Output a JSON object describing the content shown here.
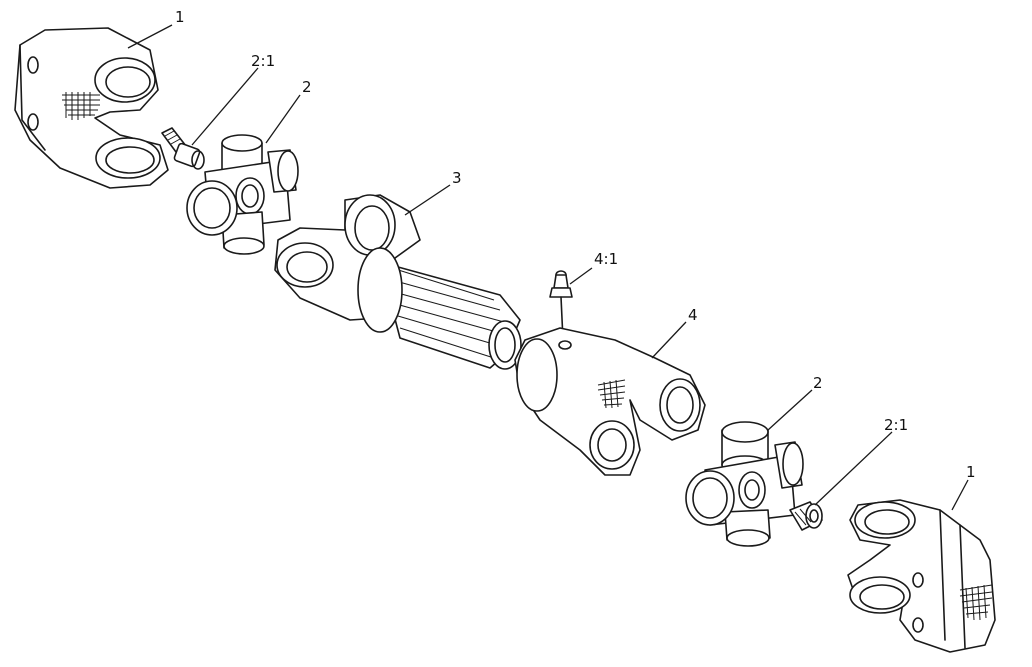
{
  "callouts": {
    "yoke_left": "1",
    "fitting_left": "2:1",
    "cross_left": "2",
    "shaft_yoke": "3",
    "fitting_center": "4:1",
    "tube_yoke": "4",
    "cross_right": "2",
    "fitting_right": "2:1",
    "yoke_right": "1"
  }
}
